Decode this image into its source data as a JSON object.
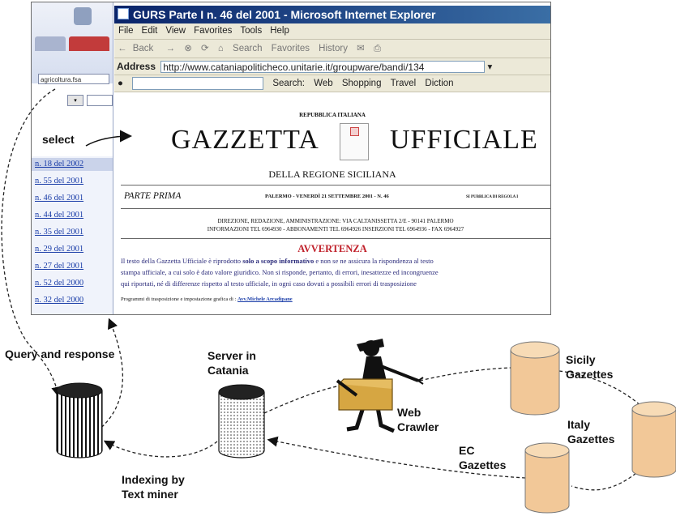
{
  "screenshot": {
    "left_panel": {
      "search_value": "agricoltura.fsa",
      "select_value": "▾",
      "items": [
        "n. 18 del 2002",
        "n. 55 del 2001",
        "n. 46 del 2001",
        "n. 44 del 2001",
        "n. 35 del 2001",
        "n. 29 del 2001",
        "n. 27 del 2001",
        "n. 52 del 2000",
        "n. 32 del 2000"
      ]
    },
    "browser": {
      "title": "GURS Parte I n. 46 del 2001 - Microsoft Internet Explorer",
      "menu": [
        "File",
        "Edit",
        "View",
        "Favorites",
        "Tools",
        "Help"
      ],
      "toolbar": [
        "Back",
        "Search",
        "Favorites",
        "History"
      ],
      "address_label": "Address",
      "url": "http://www.cataniapoliticheco.unitarie.it/groupware/bandi/134",
      "search_label": "Search:",
      "search_tools": [
        "Web",
        "Shopping",
        "Travel",
        "Diction"
      ]
    },
    "document": {
      "republic": "REPUBBLICA ITALIANA",
      "title_left": "GAZZETTA",
      "title_right": "UFFICIALE",
      "region": "DELLA REGIONE SICILIANA",
      "part": "PARTE PRIMA",
      "dateline": "PALERMO - VENERDÌ 21 SETTEMBRE 2001 - N. 46",
      "pub_note": "SI PUBBLICA DI REGOLA I",
      "direction": "DIREZIONE, REDAZIONE, AMMINISTRAZIONE: VIA CALTANISSETTA 2/E - 90141 PALERMO",
      "info": "INFORMAZIONI TEL 6964930 - ABBONAMENTI TEL 6964926 INSERZIONI TEL 6964936 - FAX 6964927",
      "warning_title": "AVVERTENZA",
      "warning_text_1a": "Il testo della Gazzetta Ufficiale è riprodotto ",
      "warning_text_1b": "solo a scopo informativo",
      "warning_text_1c": " e non se ne assicura la rispondenza al testo",
      "warning_text_2": "stampa ufficiale, a cui solo è dato valore giuridico. Non si risponde, pertanto, di errori, inesattezze ed incongruenze",
      "warning_text_3": "qui riportati, né di differenze rispetto al testo ufficiale, in ogni caso dovuti a possibili errori di trasposizione",
      "footer_text": "Programmi di trasposizione e impostazione grafica di :",
      "footer_link": "Avv.Michele Arcadipane"
    }
  },
  "labels": {
    "select": "select",
    "query": "Query and response",
    "server": "Server in\nCatania",
    "indexing": "Indexing by\nText miner",
    "crawler": "Web\nCrawler",
    "sicily": "Sicily\nGazettes",
    "italy": "Italy\nGazettes",
    "ec": "EC\nGazettes"
  },
  "colors": {
    "db_tan": "#f2c898",
    "db_tan_top": "#f7dbb6",
    "crawler_box": "#d6a642",
    "title_bar": "#0a246a",
    "warning_red": "#c0202a",
    "link_blue": "#1a3da8"
  }
}
